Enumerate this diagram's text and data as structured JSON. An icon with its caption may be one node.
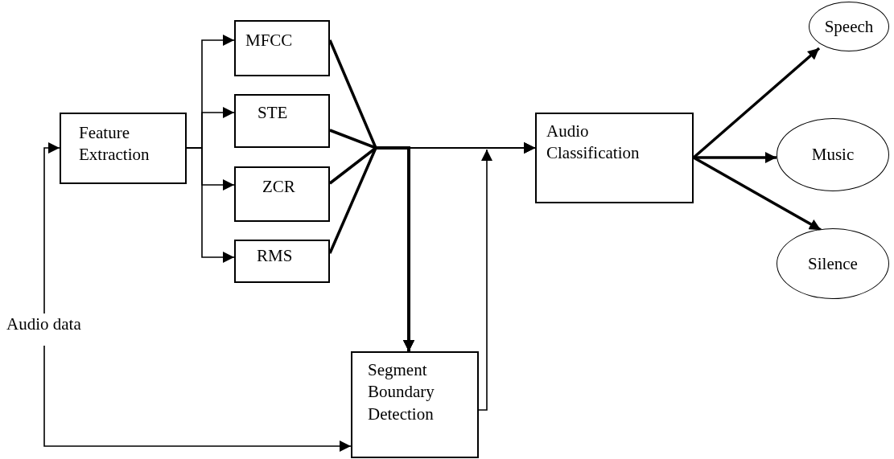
{
  "diagram": {
    "nodes": [
      {
        "text": [
          "Audio data"
        ]
      },
      {
        "text": [
          "Feature Extraction"
        ]
      },
      {
        "text": [
          "MFCC"
        ]
      },
      {
        "text": [
          "STE"
        ]
      },
      {
        "text": [
          "ZCR"
        ]
      },
      {
        "text": [
          "RMS"
        ]
      },
      {
        "text": [
          "Segment Boundary Detection"
        ]
      },
      {
        "text": [
          "Audio Classification"
        ]
      },
      {
        "text": [
          "Speech"
        ]
      },
      {
        "text": [
          "Music"
        ]
      },
      {
        "text": [
          "Silence"
        ]
      }
    ],
    "edges": [
      {
        "from": 0,
        "to": 1,
        "arrow": "to"
      },
      {
        "from": 0,
        "to": 6,
        "arrow": "to"
      },
      {
        "from": 1,
        "to": 2,
        "arrow": "to"
      },
      {
        "from": 1,
        "to": 3,
        "arrow": "to"
      },
      {
        "from": 1,
        "to": 4,
        "arrow": "to"
      },
      {
        "from": 1,
        "to": 5,
        "arrow": "to"
      },
      {
        "from": 2,
        "to": 7,
        "arrow": "to"
      },
      {
        "from": 3,
        "to": 7,
        "arrow": "to"
      },
      {
        "from": 4,
        "to": 7,
        "arrow": "to"
      },
      {
        "from": 5,
        "to": 7,
        "arrow": "to"
      },
      {
        "from": 2,
        "to": 6,
        "arrow": "to",
        "style": "thick"
      },
      {
        "from": 3,
        "to": 6,
        "arrow": "to",
        "style": "thick"
      },
      {
        "from": 4,
        "to": 6,
        "arrow": "to",
        "style": "thick"
      },
      {
        "from": 5,
        "to": 6,
        "arrow": "to",
        "style": "thick"
      },
      {
        "from": 6,
        "to": 7,
        "arrow": "to"
      },
      {
        "from": 7,
        "to": 8,
        "arrow": "to",
        "style": "thick"
      },
      {
        "from": 7,
        "to": 9,
        "arrow": "to",
        "style": "thick"
      },
      {
        "from": 7,
        "to": 10,
        "arrow": "to",
        "style": "thick"
      }
    ]
  }
}
